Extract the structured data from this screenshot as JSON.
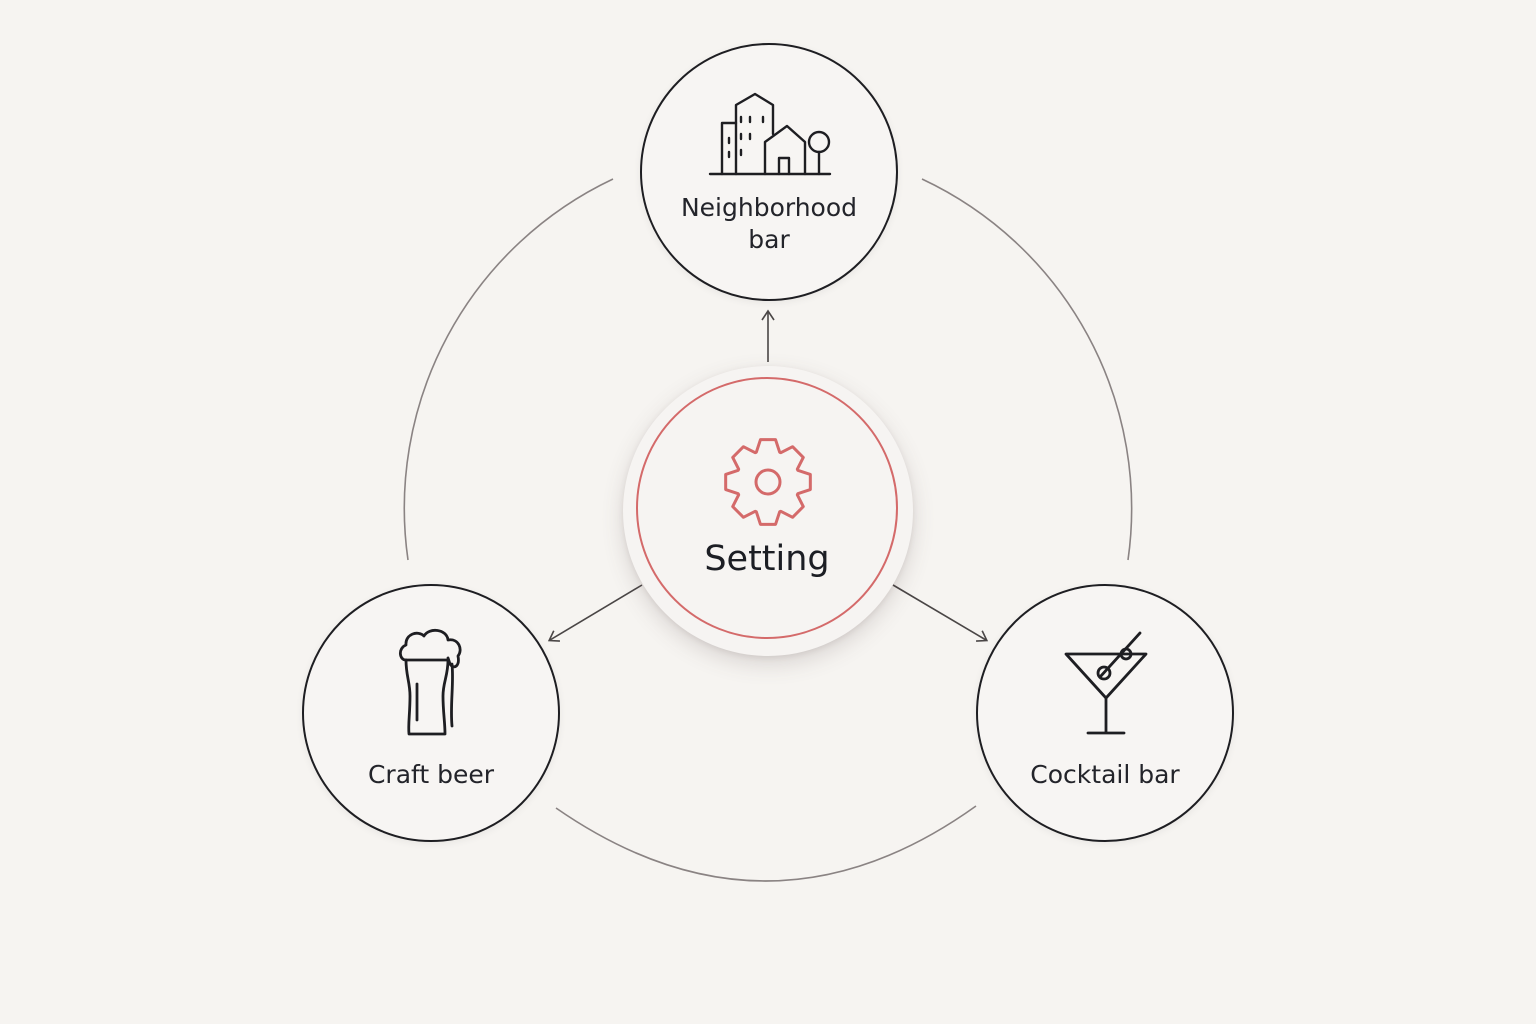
{
  "center": {
    "label": "Setting",
    "icon": "gear-icon"
  },
  "nodes": [
    {
      "id": "neighborhood",
      "label_lines": [
        "Neighborhood",
        "bar"
      ],
      "icon": "buildings-icon"
    },
    {
      "id": "craft",
      "label": "Craft beer",
      "icon": "beer-glass-icon"
    },
    {
      "id": "cocktail",
      "label": "Cocktail bar",
      "icon": "martini-glass-icon"
    }
  ],
  "colors": {
    "background": "#f6f4f1",
    "accent": "#d46a6a",
    "outline": "#1e1e22",
    "connector": "#8a8383"
  }
}
